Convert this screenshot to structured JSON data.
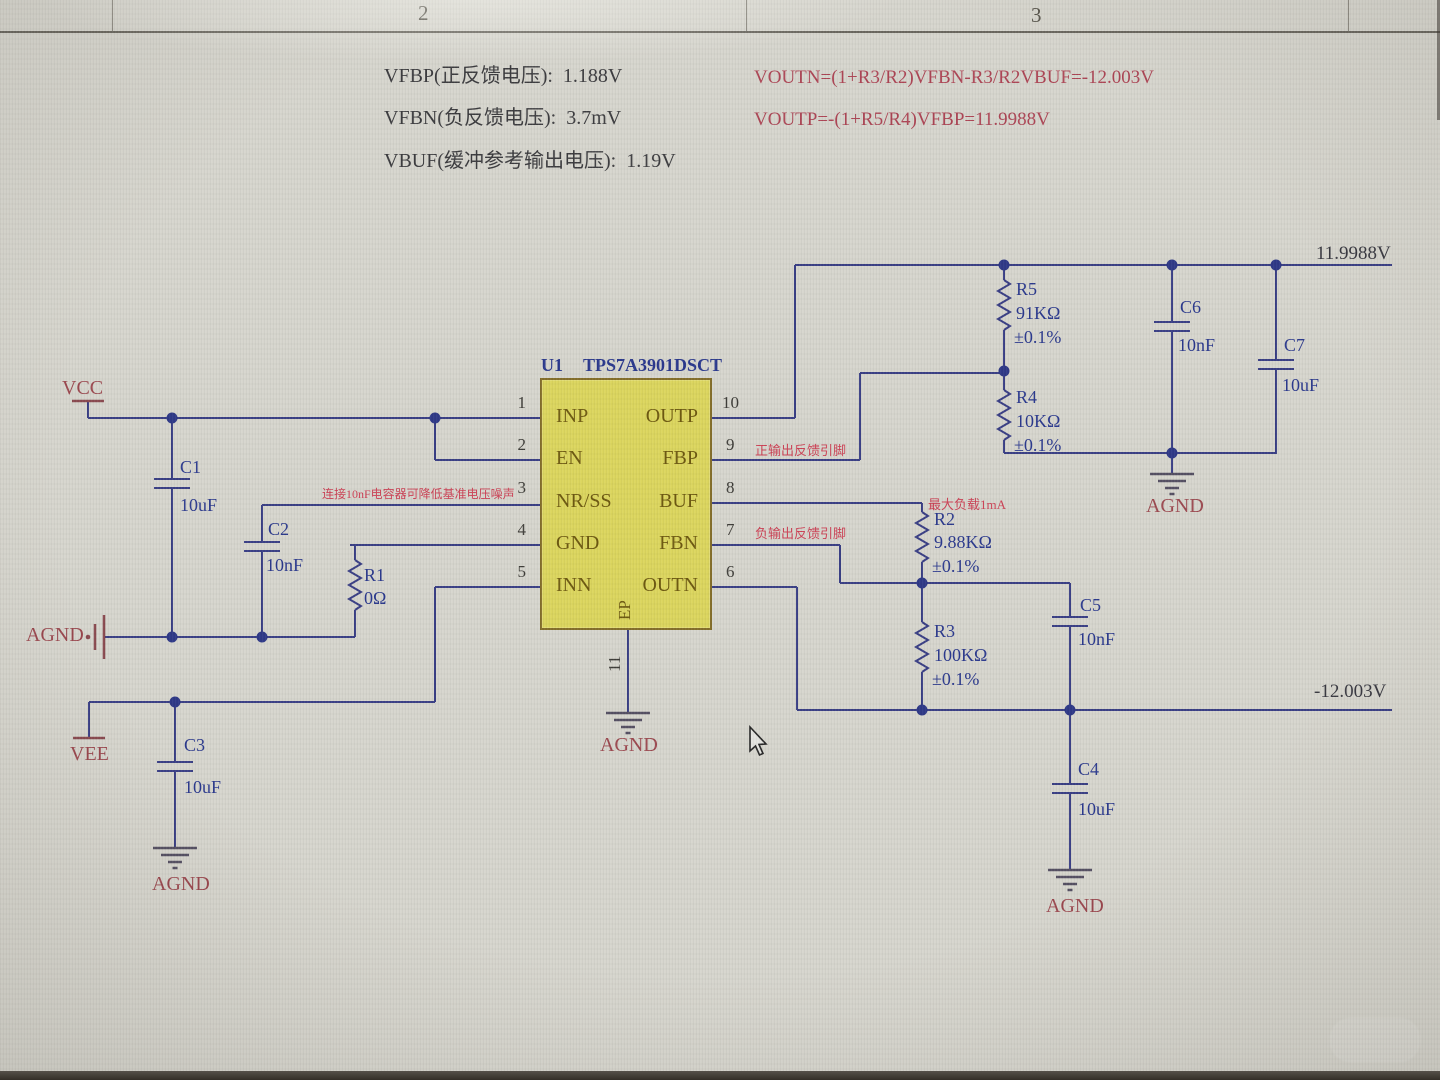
{
  "sheet": {
    "zones": {
      "z2": "2",
      "z3": "3"
    }
  },
  "notes": {
    "vfbp": "VFBP(正反馈电压):  1.188V",
    "vfbn": "VFBN(负反馈电压):  3.7mV",
    "vbuf": "VBUF(缓冲参考输出电压):  1.19V",
    "formula_voutn": "VOUTN=(1+R3/R2)VFBN-R3/R2VBUF=-12.003V",
    "formula_voutp": "VOUTP=-(1+R5/R4)VFBP=11.9988V"
  },
  "red_notes": {
    "nrss": "连接10nF电容器可降低基准电压噪声",
    "fbp": "正输出反馈引脚",
    "fbn": "负输出反馈引脚",
    "buf_load": "最大负载1mA"
  },
  "ic": {
    "designator": "U1",
    "part_number": "TPS7A3901DSCT",
    "left_pins": [
      {
        "num": "1",
        "name": "INP"
      },
      {
        "num": "2",
        "name": "EN"
      },
      {
        "num": "3",
        "name": "NR/SS"
      },
      {
        "num": "4",
        "name": "GND"
      },
      {
        "num": "5",
        "name": "INN"
      }
    ],
    "right_pins": [
      {
        "num": "10",
        "name": "OUTP"
      },
      {
        "num": "9",
        "name": "FBP"
      },
      {
        "num": "8",
        "name": "BUF"
      },
      {
        "num": "7",
        "name": "FBN"
      },
      {
        "num": "6",
        "name": "OUTN"
      }
    ],
    "bottom_pin": {
      "num": "11",
      "name": "EP"
    }
  },
  "components": {
    "r1": {
      "ref": "R1",
      "value": "0Ω"
    },
    "r2": {
      "ref": "R2",
      "value": "9.88KΩ",
      "tolerance": "±0.1%"
    },
    "r3": {
      "ref": "R3",
      "value": "100KΩ",
      "tolerance": "±0.1%"
    },
    "r4": {
      "ref": "R4",
      "value": "10KΩ",
      "tolerance": "±0.1%"
    },
    "r5": {
      "ref": "R5",
      "value": "91KΩ",
      "tolerance": "±0.1%"
    },
    "c1": {
      "ref": "C1",
      "value": "10uF"
    },
    "c2": {
      "ref": "C2",
      "value": "10nF"
    },
    "c3": {
      "ref": "C3",
      "value": "10uF"
    },
    "c4": {
      "ref": "C4",
      "value": "10uF"
    },
    "c5": {
      "ref": "C5",
      "value": "10nF"
    },
    "c6": {
      "ref": "C6",
      "value": "10nF"
    },
    "c7": {
      "ref": "C7",
      "value": "10uF"
    }
  },
  "nets": {
    "vcc": "VCC",
    "vee": "VEE",
    "agnd_left": "AGND",
    "agnd_c3": "AGND",
    "agnd_ep": "AGND",
    "agnd_r4": "AGND",
    "agnd_c4": "AGND",
    "vout_pos": "11.9988V",
    "vout_neg": "-12.003V"
  },
  "colors": {
    "wire": "#3b4086",
    "ic_fill": "#dcd65f",
    "ic_border": "#86702c",
    "power_label": "#9c4950",
    "value_text": "#2c3a8e",
    "red_note": "#cd4357",
    "formula_text": "#ad4656"
  }
}
